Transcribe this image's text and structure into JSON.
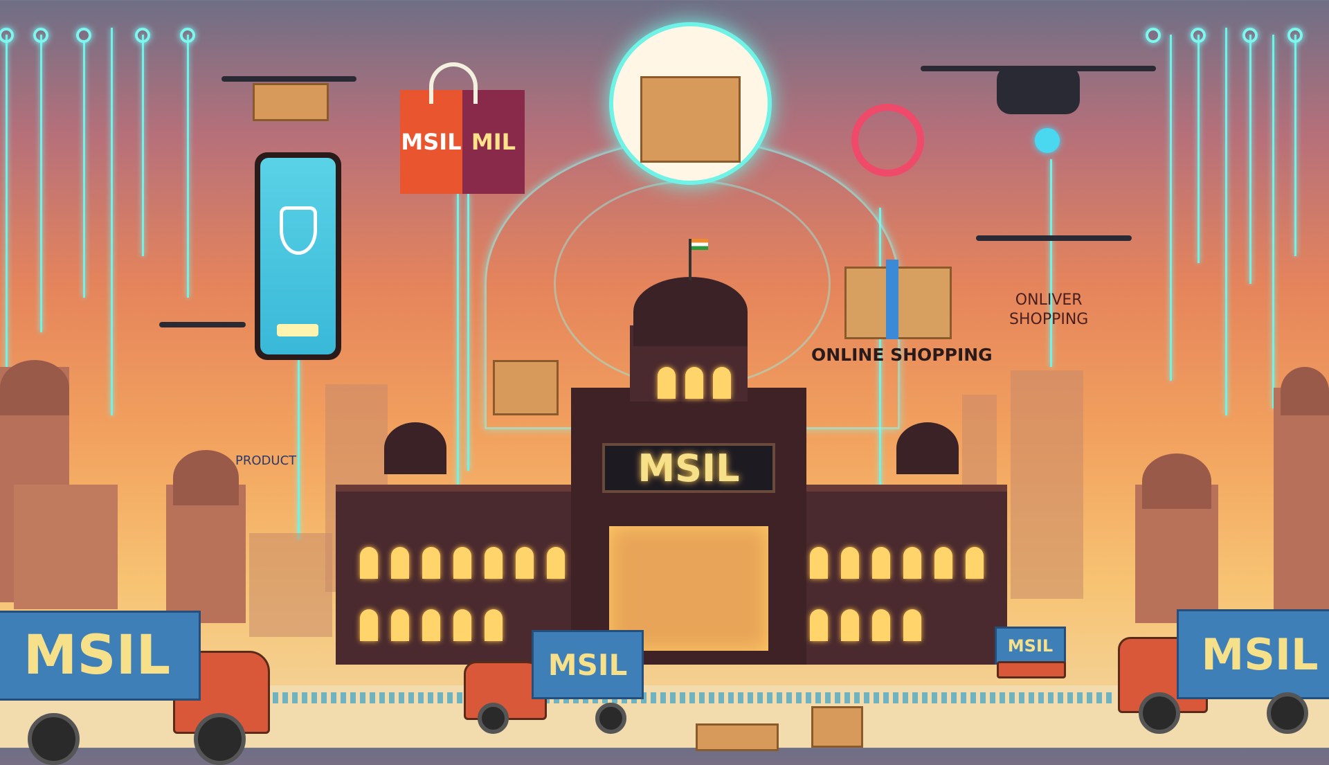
{
  "scene": {
    "palace_sign": "MSIL",
    "bag_text_left": "MSIL",
    "bag_text_right": "MIL",
    "online_shopping_label": "ONLINE SHOPPING",
    "onliver_label_line1": "ONLIVER",
    "onliver_label_line2": "SHOPPING",
    "product_label": "PRODUCT",
    "trucks": [
      {
        "text": "MSIL"
      },
      {
        "text": "MSIL"
      },
      {
        "text": "MSIL"
      },
      {
        "text": "MSIL"
      }
    ]
  },
  "colors": {
    "circuit": "#6ff3e6",
    "truck_blue": "#3f7fb8",
    "sign_text": "#f6e08a",
    "window_glow": "#ffd46a"
  }
}
